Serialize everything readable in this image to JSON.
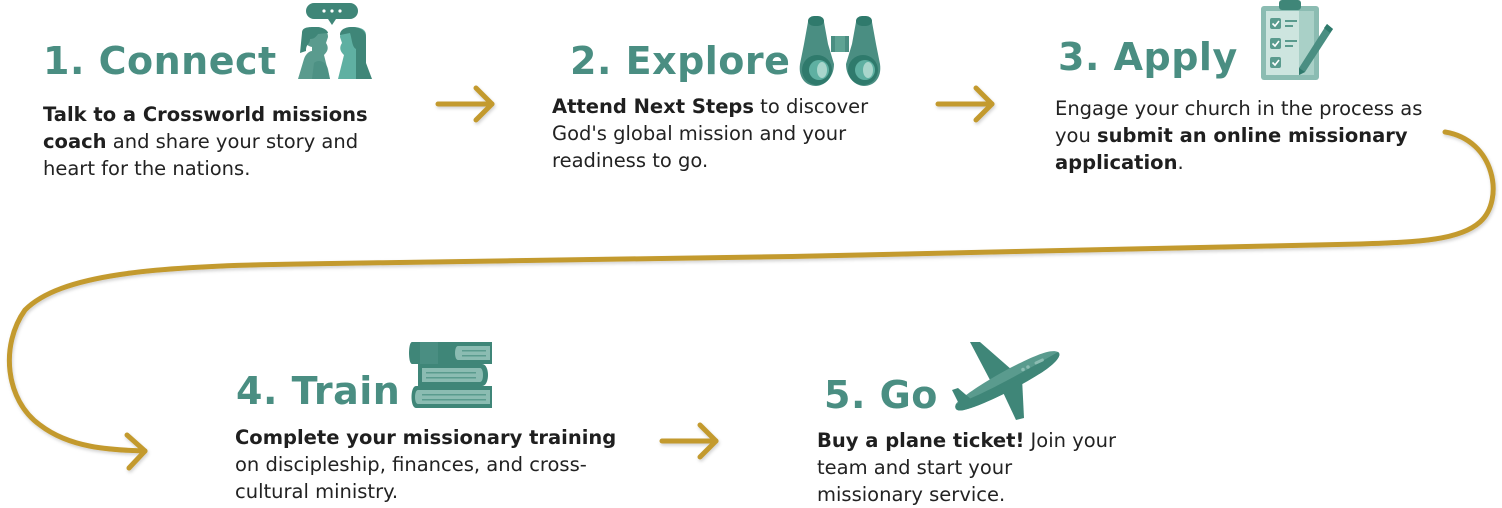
{
  "colors": {
    "title": "#4a8e82",
    "accent_gold": "#c39a2f",
    "icon_dark": "#3f8678",
    "icon_mid": "#5a9b8e",
    "icon_light": "#8bbcb2",
    "text": "#222222"
  },
  "steps": [
    {
      "title": "1. Connect",
      "icon": "two-people-talking-icon",
      "desc_bold": "Talk to a Crossworld missions coach",
      "desc_rest": " and share your story and heart for the nations."
    },
    {
      "title": "2. Explore",
      "icon": "binoculars-icon",
      "desc_bold": "Attend Next Steps",
      "desc_rest": " to discover God's global mission and your readiness to go."
    },
    {
      "title": "3. Apply",
      "icon": "clipboard-checklist-icon",
      "desc_pre": "Engage your church in the process as you ",
      "desc_bold": "submit an online missionary application",
      "desc_post": "."
    },
    {
      "title": "4. Train",
      "icon": "stacked-books-icon",
      "desc_bold": "Complete your missionary training",
      "desc_rest": " on discipleship, finances, and cross-cultural ministry."
    },
    {
      "title": "5. Go",
      "icon": "airplane-icon",
      "desc_bold": "Buy a plane ticket!",
      "desc_rest": " Join your team and start your missionary service."
    }
  ],
  "connectors": [
    "arrow-right",
    "arrow-right",
    "curved-arrow",
    "arrow-right"
  ]
}
